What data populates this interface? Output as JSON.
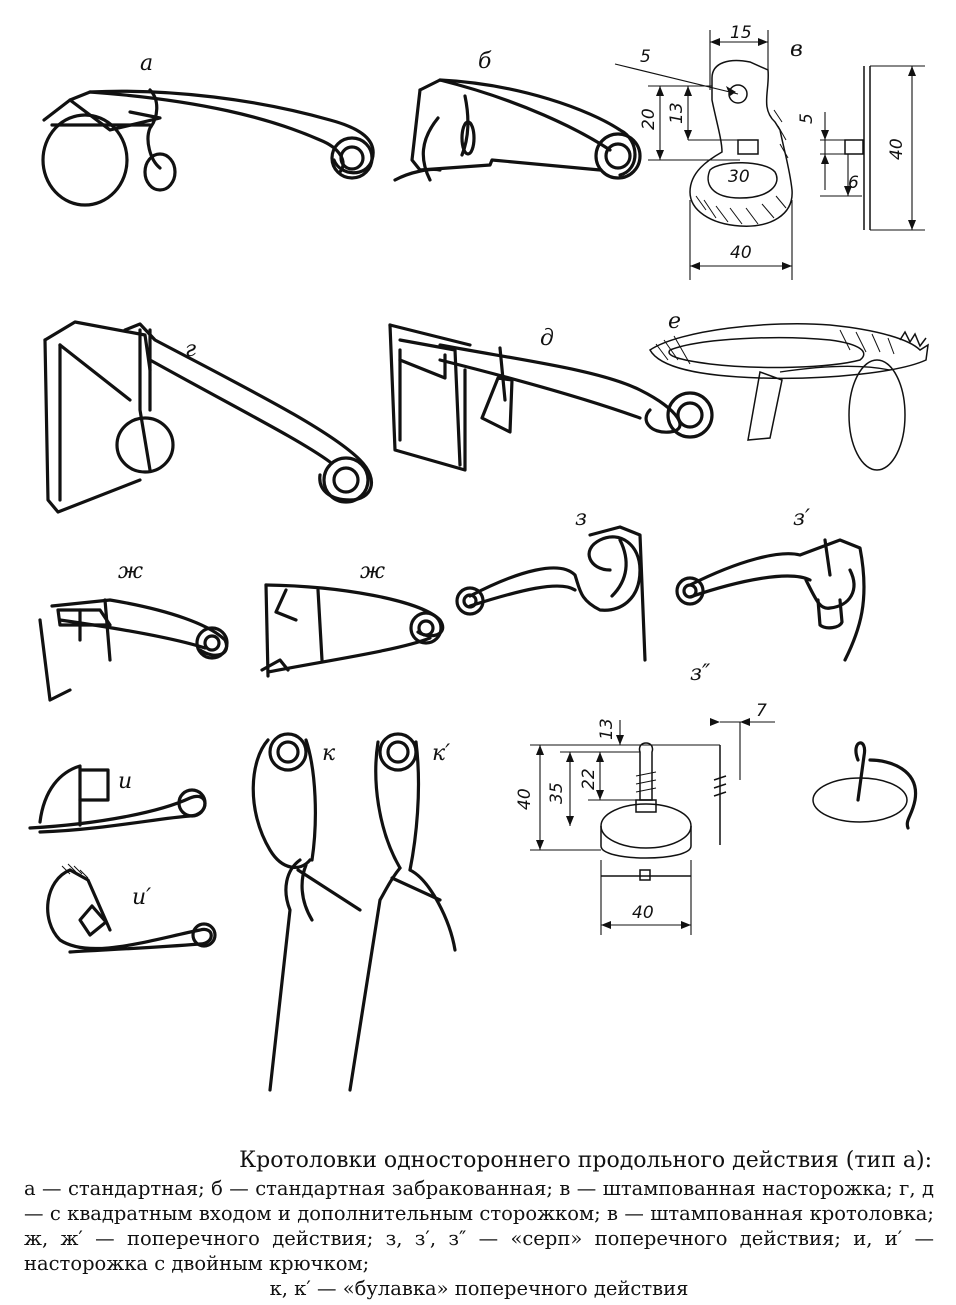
{
  "labels": {
    "a": "а",
    "b": "б",
    "v": "в",
    "g": "г",
    "d": "д",
    "e": "е",
    "zh1": "ж",
    "zh2": "ж",
    "z": "з",
    "z1": "з′",
    "z2": "з″",
    "i": "и",
    "i1": "и′",
    "k": "к",
    "k1": "к′"
  },
  "dimensions_v": {
    "d15": "15",
    "d5a": "5",
    "d20": "20",
    "d13": "13",
    "d5b": "5",
    "d40v": "40",
    "d30": "30",
    "d6": "6",
    "d40h": "40"
  },
  "dimensions_z2": {
    "d13": "13",
    "d7": "7",
    "d40v": "40",
    "d35": "35",
    "d22": "22",
    "d40h": "40"
  },
  "caption": {
    "title": "Кротоловки одностороннего продольного действия (тип а):",
    "body": "а — стандартная; б — стандартная забракованная; в — штампованная насторожка; г, д — с квадратным входом и дополнительным сторожком; в — штампованная кротоловка; ж, ж′ — поперечного действия; з, з′, з″ — «серп» поперечного действия; и, и′ — насторожка с двойным крючком;",
    "last": "к, к′ — «булавка» поперечного действия"
  }
}
